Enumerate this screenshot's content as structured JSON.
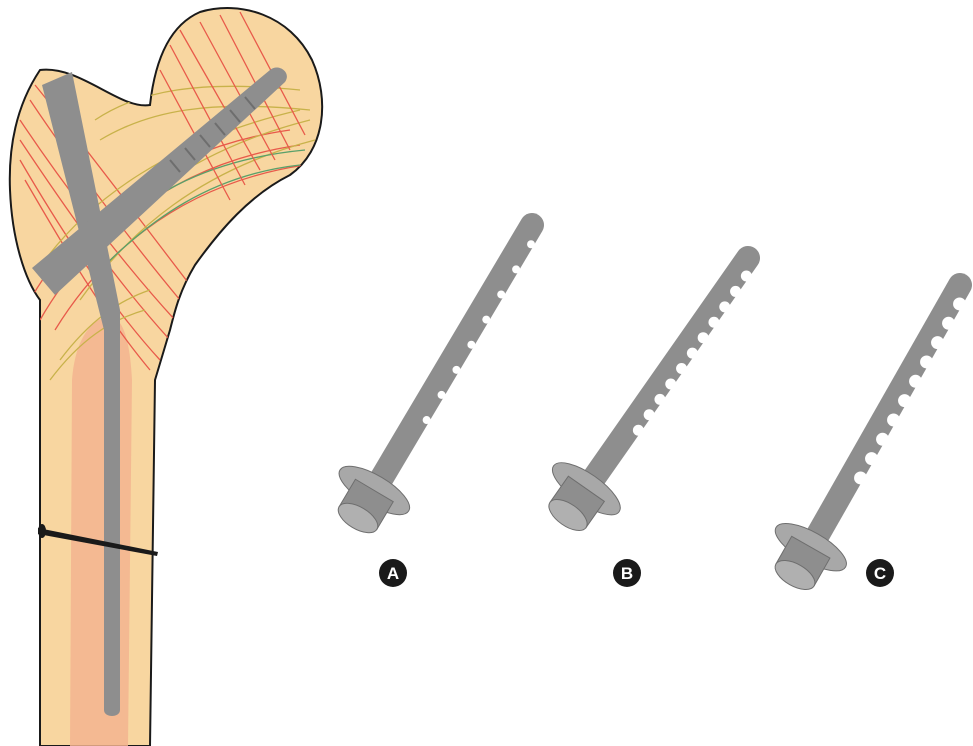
{
  "colors": {
    "bone_fill": "#f8d6a0",
    "bone_outline": "#1a1a1a",
    "marrow": "#f3b48f",
    "implant": "#8e8e8e",
    "implant_dark": "#6e6e6e",
    "trabecula_red": "#e85a4a",
    "trabecula_yellow": "#c8b24a",
    "trabecula_green": "#5aa06a",
    "badge_fill": "#1a1a1a",
    "badge_text": "#ffffff"
  },
  "figure": {
    "femur": {
      "icon": "femur-with-intramedullary-nail-icon"
    },
    "screws": [
      {
        "label": "A",
        "icon": "lag-screw-icon"
      },
      {
        "label": "B",
        "icon": "lag-screw-icon"
      },
      {
        "label": "C",
        "icon": "lag-screw-icon"
      }
    ]
  }
}
